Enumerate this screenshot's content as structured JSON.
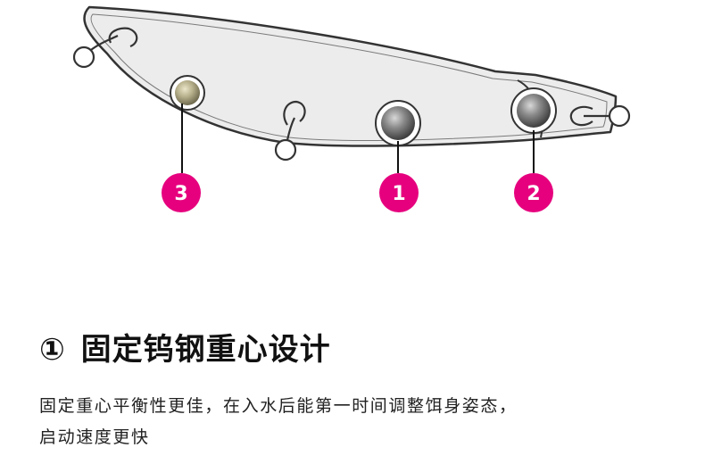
{
  "markers": [
    {
      "id": "marker-3",
      "label": "3"
    },
    {
      "id": "marker-1",
      "label": "1"
    },
    {
      "id": "marker-2",
      "label": "2"
    }
  ],
  "colors": {
    "marker": "#e6007e",
    "body_fill": "#ececec",
    "outline": "#333333",
    "ball_gray": "#6a6a6a",
    "ball_gold": "#b5ae8a"
  },
  "heading": {
    "number": "①",
    "title": "固定钨钢重心设计"
  },
  "description": {
    "line1": "固定重心平衡性更佳，在入水后能第一时间调整饵身姿态，",
    "line2": "启动速度更快"
  }
}
